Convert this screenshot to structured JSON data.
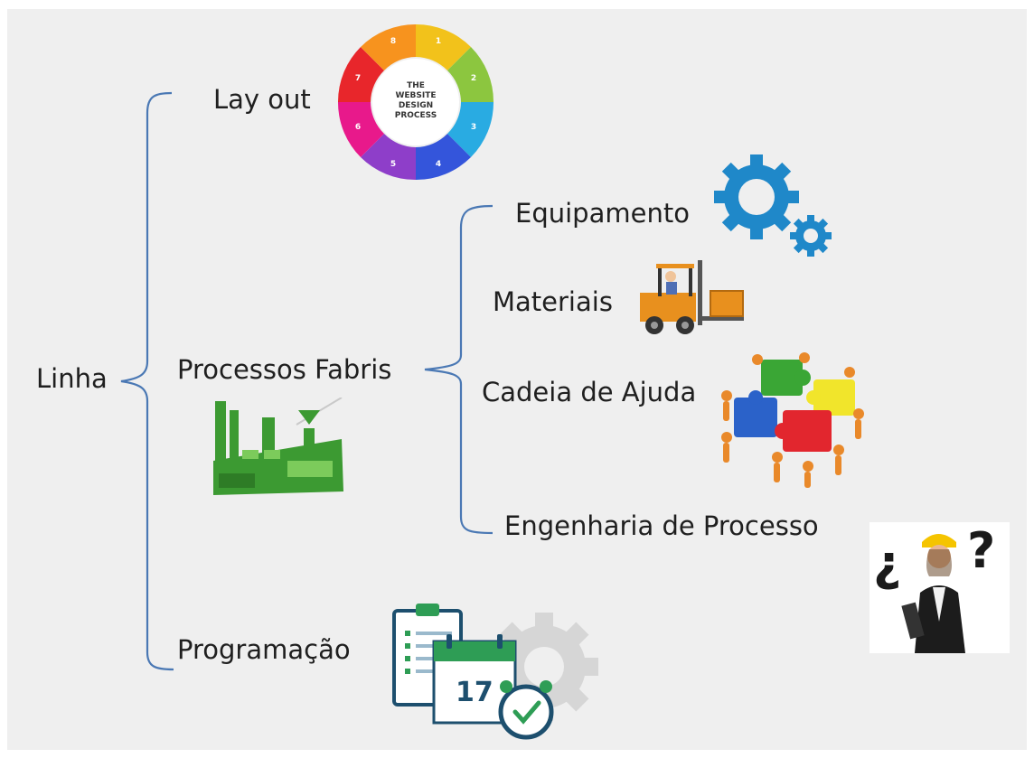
{
  "diagram": {
    "root": {
      "label": "Linha"
    },
    "branches": [
      {
        "label": "Lay out",
        "image": "website-design-process-wheel",
        "wheel_text": [
          "THE",
          "WEBSITE",
          "DESIGN",
          "PROCESS"
        ],
        "wheel_steps": [
          "1",
          "2",
          "3",
          "4",
          "5",
          "6",
          "7",
          "8"
        ]
      },
      {
        "label": "Processos Fabris",
        "image": "green-factory-icon",
        "children": [
          {
            "label": "Equipamento",
            "image": "blue-gears-icon"
          },
          {
            "label": "Materiais",
            "image": "forklift-icon"
          },
          {
            "label": "Cadeia de Ajuda",
            "image": "puzzle-team-figures"
          },
          {
            "label": "Engenharia de Processo",
            "image": "engineer-question-marks",
            "symbols": [
              "¿",
              "?"
            ]
          }
        ]
      },
      {
        "label": "Programação",
        "image": "schedule-calendar-clock-icon",
        "calendar_day": "17"
      }
    ],
    "colors": {
      "connector": "#4a78b4",
      "panel": "#efefef",
      "text": "#1f1f1f"
    }
  }
}
